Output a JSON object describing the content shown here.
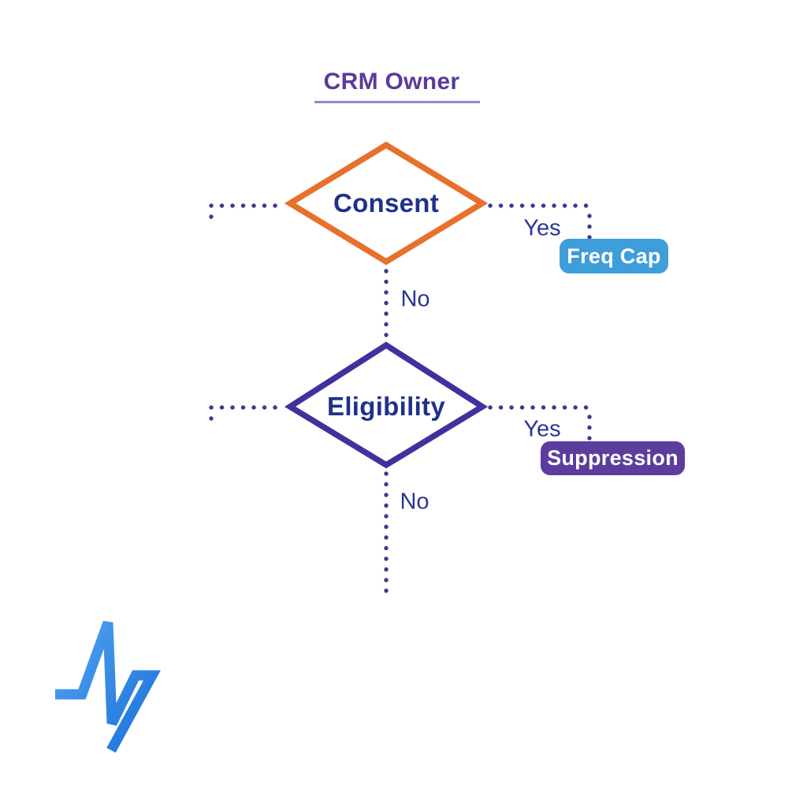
{
  "diagram": {
    "title": "CRM Owner",
    "nodes": [
      {
        "id": "consent",
        "label": "Consent",
        "shape": "diamond",
        "border_color": "#E7702D"
      },
      {
        "id": "eligibility",
        "label": "Eligibility",
        "shape": "diamond",
        "border_color": "#41309E"
      }
    ],
    "outcomes": [
      {
        "id": "freq_cap",
        "label": "Freq Cap",
        "fill": "#3E9ED9"
      },
      {
        "id": "suppression",
        "label": "Suppression",
        "fill": "#5C3D9E"
      }
    ],
    "edge_labels": {
      "consent_yes": "Yes",
      "consent_no": "No",
      "eligibility_yes": "Yes",
      "eligibility_no": "No"
    },
    "icons": {
      "logo": "pulse-logo"
    },
    "colors": {
      "title": "#5A3A9B",
      "underline": "#9489C5",
      "node_text": "#1F3189",
      "edge_text": "#2B3597",
      "dots": "#3D3A90",
      "freq_cap_fill": "#3E9ED9",
      "suppression_fill": "#5C3D9E",
      "logo_blue_light": "#55A4F1",
      "logo_blue_dark": "#1A72DB"
    }
  }
}
